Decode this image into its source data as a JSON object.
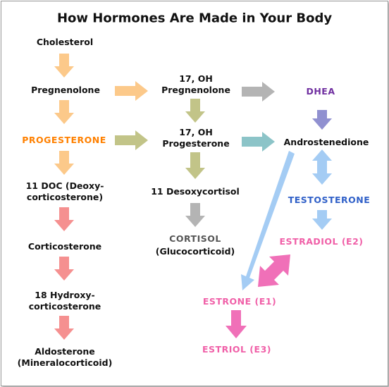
{
  "title": "How Hormones Are Made in Your Body",
  "nodes": {
    "cholesterol": "Cholesterol",
    "pregnenolone": "Pregnenolone",
    "progesterone": "PROGESTERONE",
    "doc_line1": "11 DOC (Deoxy-",
    "doc_line2": "corticosterone)",
    "corticosterone": "Corticosterone",
    "hydroxy_line1": "18 Hydroxy-",
    "hydroxy_line2": "corticosterone",
    "aldosterone_line1": "Aldosterone",
    "aldosterone_line2": "(Mineralocorticoid)",
    "oh_preg_line1": "17, OH",
    "oh_preg_line2": "Pregnenolone",
    "oh_prog_line1": "17, OH",
    "oh_prog_line2": "Progesterone",
    "desoxycortisol": "11 Desoxycortisol",
    "cortisol": "CORTISOL",
    "cortisol_sub": "(Glucocorticoid)",
    "dhea": "DHEA",
    "androstenedione": "Androstenedione",
    "testosterone": "TESTOSTERONE",
    "estradiol": "ESTRADIOL (E2)",
    "estrone": "ESTRONE (E1)",
    "estriol": "ESTRIOL (E3)"
  },
  "colors": {
    "progesterone": "#ff8000",
    "dhea": "#7030a0",
    "testosterone": "#3060c8",
    "estrogen": "#f060a8",
    "cortisol": "#555555",
    "arrow_orange": "#fcc98a",
    "arrow_salmon": "#f59090",
    "arrow_olive": "#c2c488",
    "arrow_gray": "#b4b4b4",
    "arrow_teal": "#8cc4c8",
    "arrow_purple": "#9090d0",
    "arrow_lightblue": "#a4ccf4",
    "arrow_pink": "#f070b8"
  }
}
